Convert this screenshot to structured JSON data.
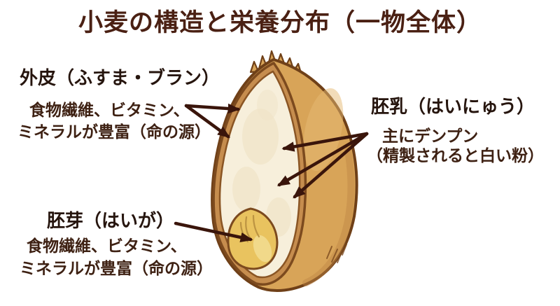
{
  "title": "小麦の構造と栄養分布（一物全体）",
  "labels": {
    "bran": {
      "heading": "外皮（ふすま・ブラン）",
      "line1": "食物繊維、ビタミン、",
      "line2": "ミネラルが豊富（命の源）"
    },
    "endosperm": {
      "heading": "胚乳（はいにゅう）",
      "line1": "主にデンプン",
      "line2": "（精製されると白い粉）"
    },
    "germ": {
      "heading": "胚芽（はいが）",
      "line1": "食物繊維、ビタミン、",
      "line2": "ミネラルが豊富（命の源）"
    }
  },
  "text_colors": {
    "title": "#4A2013",
    "heading": "#26150E",
    "body": "#3E2113"
  },
  "illustration": {
    "name": "wheat-grain-cross-section",
    "colors": {
      "hull": "#D8A458",
      "hull_highlight": "#E6BA74",
      "hull_shade": "#BE8545",
      "outline": "#6F4018",
      "bran_band": "#C68D4E",
      "bran_line": "#7C4A1E",
      "endosperm": "#F7EFDB",
      "endosperm_blotch": "#EFE4C8",
      "endosperm_line": "#8A5524",
      "germ": "#E9C35F",
      "germ_detail": "#B78F3F",
      "germ_highlight": "#F2DF95",
      "arrow": "#3A150B"
    }
  }
}
